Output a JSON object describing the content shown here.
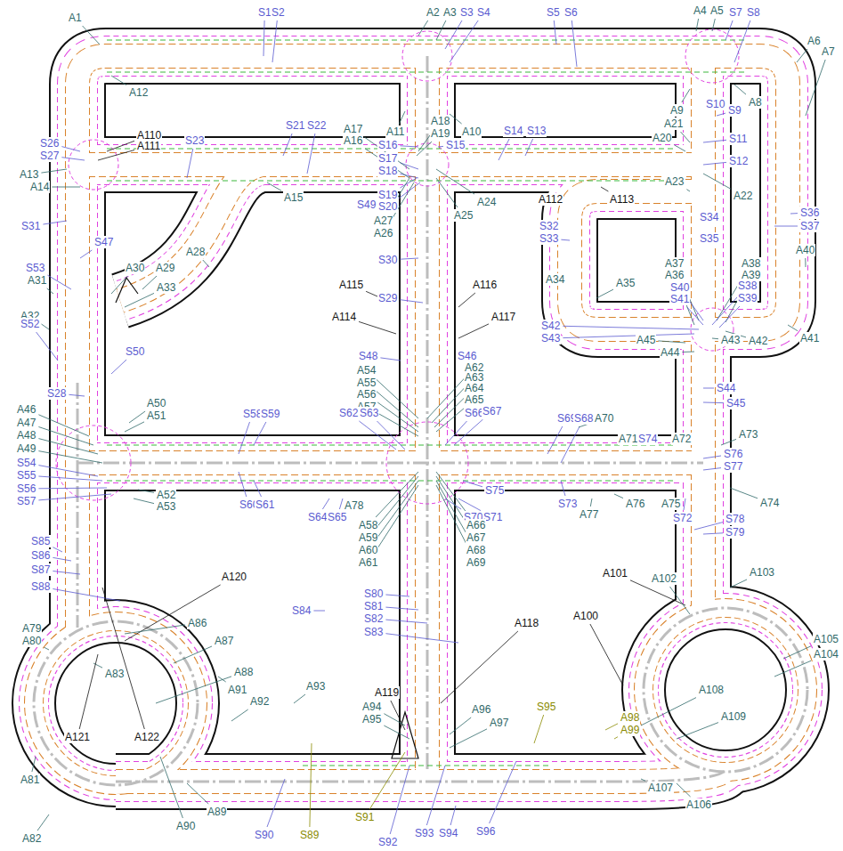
{
  "diagram": {
    "labels": [
      "S1",
      "S2",
      "A2",
      "A3",
      "S3",
      "S4",
      "S5",
      "S6",
      "A4",
      "A5",
      "S7",
      "S8",
      "A1",
      "A6",
      "A7",
      "A12",
      "A11",
      "A10",
      "S16",
      "S15",
      "S17",
      "S18",
      "A18",
      "A19",
      "A17",
      "A16",
      "A9",
      "A8",
      "S10",
      "S9",
      "A21",
      "A20",
      "S11",
      "S12",
      "A110",
      "A111",
      "S26",
      "S27",
      "S23",
      "S21",
      "S22",
      "S14",
      "S13",
      "A13",
      "A14",
      "A15",
      "S19",
      "S20",
      "S49",
      "A24",
      "A25",
      "A27",
      "A26",
      "A112",
      "A113",
      "A22",
      "A23",
      "S32",
      "S33",
      "S34",
      "S35",
      "S36",
      "S37",
      "S31",
      "S30",
      "A28",
      "A40",
      "S47",
      "A30",
      "A29",
      "A34",
      "A35",
      "A37",
      "A36",
      "A38",
      "A39",
      "S53",
      "A31",
      "S29",
      "A115",
      "A116",
      "A33",
      "S40",
      "S41",
      "S38",
      "S39",
      "A32",
      "A114",
      "A117",
      "S42",
      "S43",
      "A45",
      "A43",
      "A42",
      "A41",
      "A44",
      "S52",
      "S50",
      "S48",
      "S46",
      "A54",
      "A55",
      "A56",
      "A57",
      "A62",
      "A63",
      "A64",
      "A65",
      "S66",
      "S67",
      "S62",
      "S63",
      "S28",
      "S44",
      "S45",
      "A50",
      "A51",
      "A46",
      "A47",
      "A48",
      "A49",
      "S58",
      "S59",
      "S69",
      "S68",
      "A70",
      "A71",
      "S74",
      "A72",
      "A73",
      "S76",
      "S77",
      "S54",
      "S55",
      "S56",
      "S57",
      "A52",
      "A53",
      "S60",
      "S61",
      "S75",
      "S73",
      "A77",
      "A76",
      "A75",
      "S72",
      "A74",
      "S70",
      "S71",
      "S64",
      "S65",
      "A78",
      "A58",
      "A59",
      "A60",
      "A61",
      "A66",
      "A67",
      "A68",
      "A69",
      "S78",
      "S79",
      "S85",
      "S86",
      "S87",
      "S88",
      "A120",
      "A101",
      "A102",
      "A103",
      "S84",
      "S80",
      "S81",
      "S82",
      "S83",
      "A118",
      "A100",
      "A86",
      "A87",
      "A79",
      "A80",
      "A105",
      "A104",
      "A88",
      "A83",
      "A108",
      "A119",
      "A94",
      "A95",
      "S95",
      "A96",
      "A97",
      "A98",
      "A99",
      "A91",
      "A92",
      "A93",
      "A109",
      "A121",
      "A122",
      "A107",
      "A106",
      "A81",
      "A89",
      "A82",
      "A90",
      "S90",
      "S89",
      "S91",
      "S92",
      "S93",
      "S94",
      "S96"
    ]
  }
}
